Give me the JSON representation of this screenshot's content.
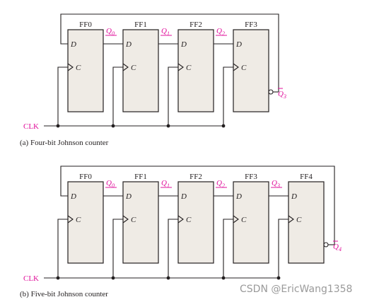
{
  "diagram_a": {
    "flipflops": [
      "FF0",
      "FF1",
      "FF2",
      "FF3"
    ],
    "pin_d": "D",
    "pin_c": "C",
    "outputs": [
      {
        "letter": "Q",
        "sub": "0"
      },
      {
        "letter": "Q",
        "sub": "1"
      },
      {
        "letter": "Q",
        "sub": "2"
      }
    ],
    "qbar_out": {
      "letter": "Q",
      "sub": "3"
    },
    "clk_label": "CLK",
    "caption": "(a) Four-bit Johnson counter"
  },
  "diagram_b": {
    "flipflops": [
      "FF0",
      "FF1",
      "FF2",
      "FF3",
      "FF4"
    ],
    "pin_d": "D",
    "pin_c": "C",
    "outputs": [
      {
        "letter": "Q",
        "sub": "0"
      },
      {
        "letter": "Q",
        "sub": "1"
      },
      {
        "letter": "Q",
        "sub": "2"
      },
      {
        "letter": "Q",
        "sub": "3"
      }
    ],
    "qbar_out": {
      "letter": "Q",
      "sub": "4"
    },
    "clk_label": "CLK",
    "caption": "(b) Five-bit Johnson counter"
  },
  "watermark": "CSDN @EricWang1358"
}
